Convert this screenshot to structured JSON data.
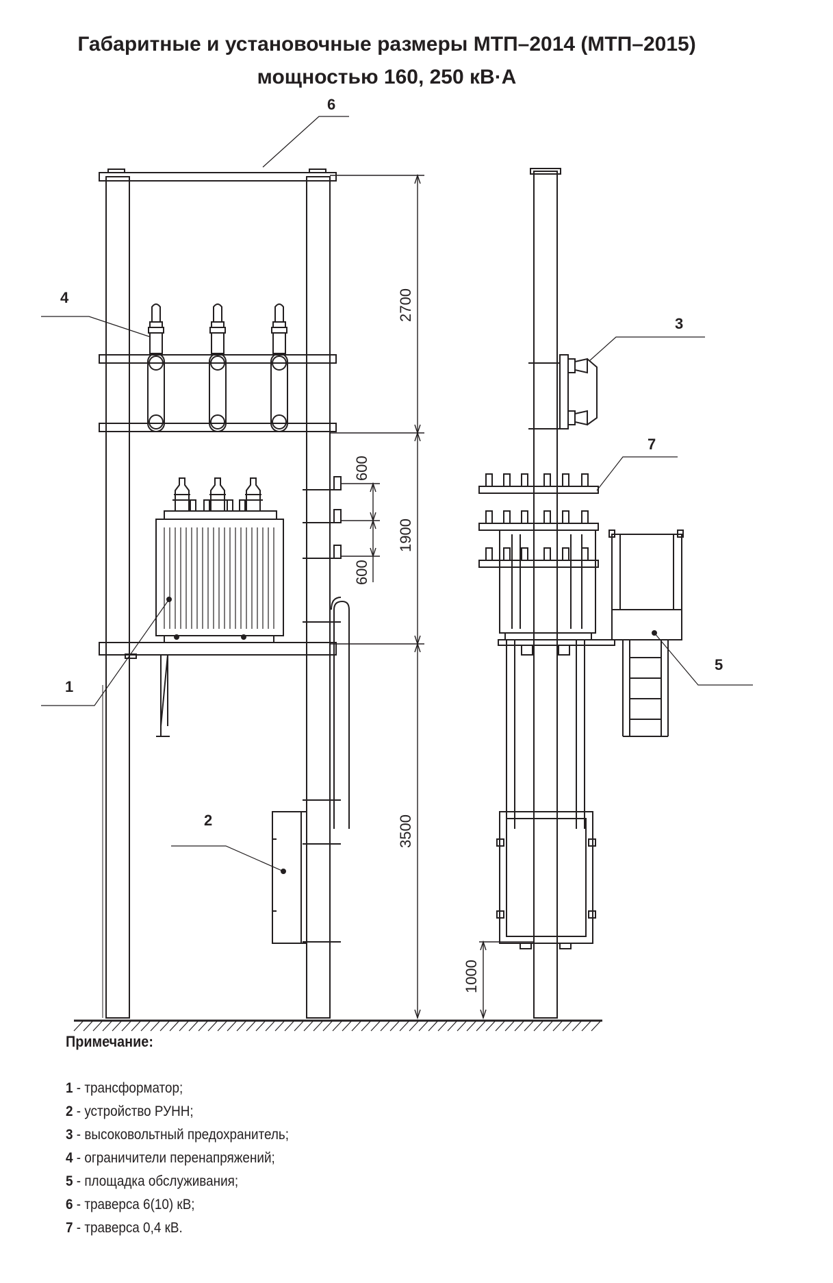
{
  "title": {
    "line1": "Габаритные и установочные размеры МТП–2014 (МТП–2015)",
    "line2": "мощностью 160, 250 кВ·А"
  },
  "dimensions": {
    "d2700": "2700",
    "d1900": "1900",
    "d3500": "3500",
    "d600a": "600",
    "d600b": "600",
    "d1000": "1000"
  },
  "callouts": [
    "1",
    "2",
    "3",
    "4",
    "5",
    "6",
    "7"
  ],
  "notes": {
    "heading": "Примечание:",
    "items": [
      {
        "num": "1",
        "text": " - трансформатор;"
      },
      {
        "num": "2",
        "text": " - устройство РУНН;"
      },
      {
        "num": "3",
        "text": " - высоковольтный предохранитель;"
      },
      {
        "num": "4",
        "text": " - ограничители перенапряжений;"
      },
      {
        "num": "5",
        "text": " - площадка обслуживания;"
      },
      {
        "num": "6",
        "text": " - траверса 6(10) кВ;"
      },
      {
        "num": "7",
        "text": " - траверса 0,4 кВ."
      }
    ]
  },
  "colors": {
    "line": "#231f20",
    "background": "#ffffff"
  }
}
